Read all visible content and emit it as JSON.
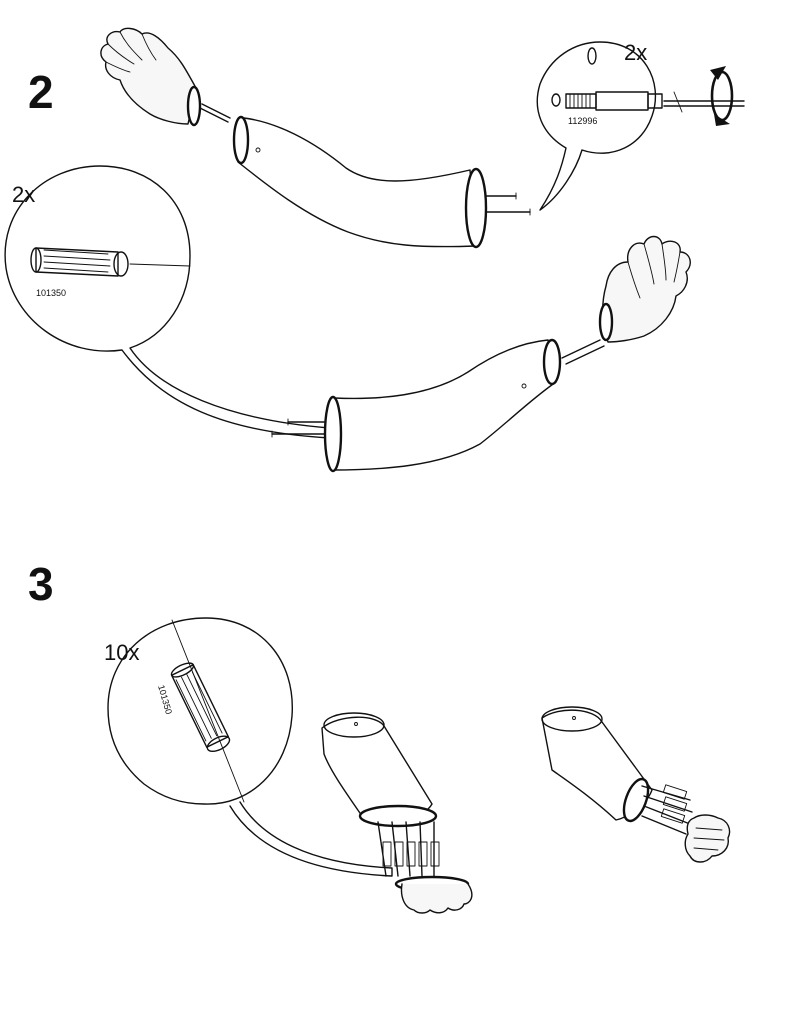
{
  "steps": [
    {
      "number": "2",
      "callouts": [
        {
          "qty": "2x",
          "part_no": "112996"
        },
        {
          "qty": "2x",
          "part_no": "101350"
        }
      ]
    },
    {
      "number": "3",
      "callouts": [
        {
          "qty": "10x",
          "part_no": "101350"
        }
      ]
    }
  ]
}
